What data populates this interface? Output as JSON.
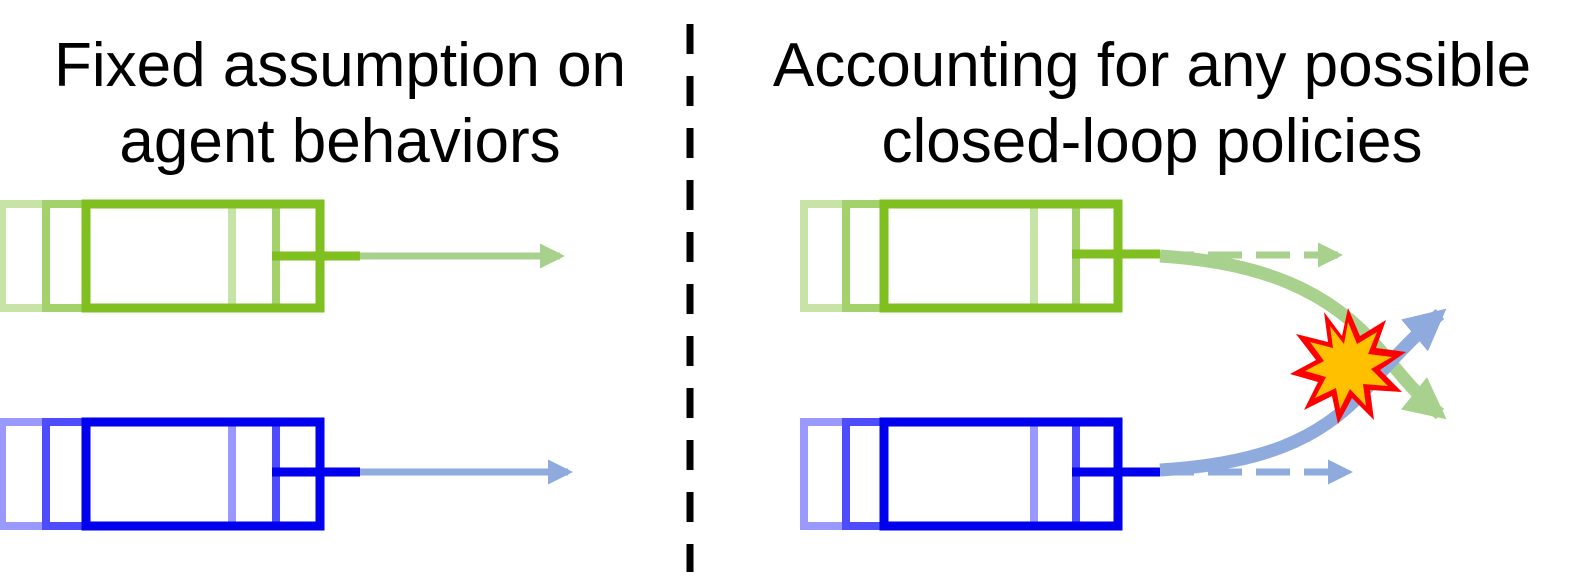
{
  "left_panel": {
    "title_line1": "Fixed assumption on",
    "title_line2": "agent behaviors"
  },
  "right_panel": {
    "title_line1": "Accounting for any possible",
    "title_line2": "closed-loop policies"
  },
  "colors": {
    "green_agent": "#7fbf1f",
    "green_trail_1": "#c8e3a6",
    "green_trail_2": "#a3d16a",
    "green_arrow": "#a9d18e",
    "blue_agent": "#0000ee",
    "blue_trail_1": "#9999ff",
    "blue_trail_2": "#4d4dff",
    "blue_arrow": "#8faadc",
    "divider": "#000000",
    "explosion_outer": "#ff0000",
    "explosion_inner": "#ffc000"
  },
  "icons": {
    "collision": "explosion-icon"
  }
}
